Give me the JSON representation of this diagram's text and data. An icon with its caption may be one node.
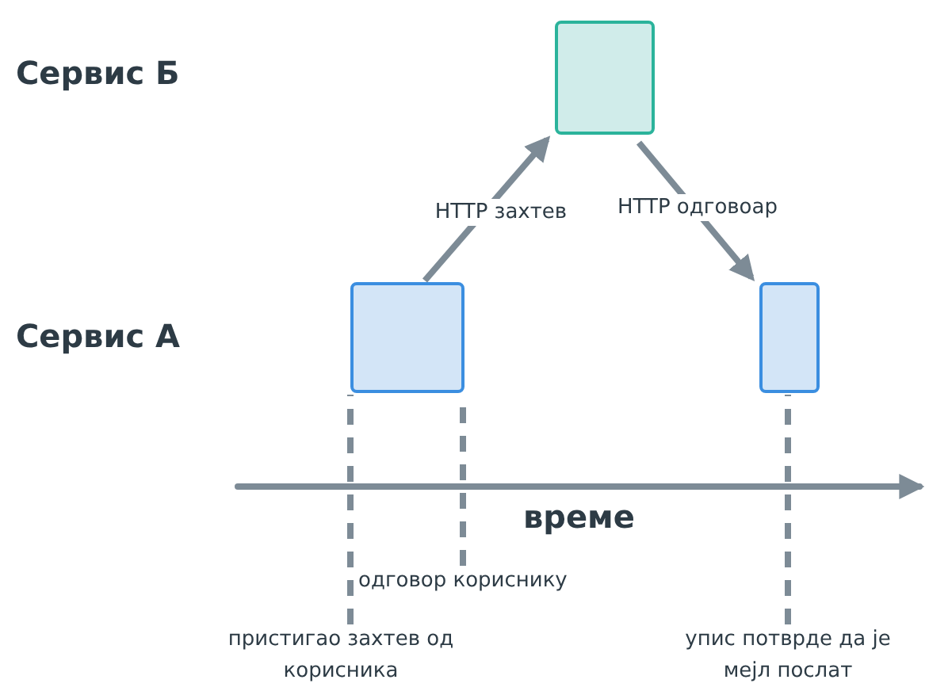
{
  "diagram": {
    "nodes": [
      {
        "text": [],
        "shape": "box"
      },
      {
        "text": [],
        "shape": "box"
      },
      {
        "text": [],
        "shape": "box"
      },
      {
        "text": [
          "одговор кориснику"
        ]
      },
      {
        "text": [
          "пристигао захтев од корисника"
        ]
      },
      {
        "text": [
          "упис потврде да је мејл послат"
        ]
      }
    ],
    "edges": [
      {
        "from": 1,
        "to": 0,
        "arrow": "to",
        "label": "HTTP захтев"
      },
      {
        "from": 0,
        "to": 2,
        "arrow": "to",
        "label": "HTTP одговоар"
      },
      {
        "from": 3,
        "to": 1,
        "arrow": "none",
        "style": "dashed"
      },
      {
        "from": 4,
        "to": 1,
        "arrow": "none",
        "style": "dashed"
      },
      {
        "from": 5,
        "to": 2,
        "arrow": "none",
        "style": "dashed"
      }
    ],
    "labels": [
      "Сервис Б",
      "Сервис А",
      "време"
    ]
  }
}
